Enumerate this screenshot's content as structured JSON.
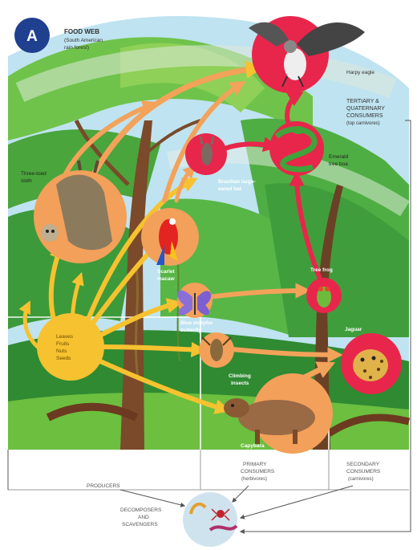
{
  "badge": {
    "letter": "A",
    "color": "#1f3f8f"
  },
  "header": {
    "title": "FOOD WEB",
    "subtitle_1": "(South American",
    "subtitle_2": "rain forest)"
  },
  "tertiary": {
    "line_1": "TERTIARY &",
    "line_2": "QUATERNARY",
    "line_3": "CONSUMERS",
    "line_4": "(top carnivores)"
  },
  "organisms": {
    "harpy_eagle": "Harpy eagle",
    "sloth_1": "Three-toed",
    "sloth_2": "sloth",
    "bat_1": "Brazilian large-",
    "bat_2": "eared bat",
    "boa_1": "Emerald",
    "boa_2": "tree boa",
    "macaw_1": "Scarlet",
    "macaw_2": "macaw",
    "butterfly_1": "Blue morpho",
    "butterfly_2": "butterfly",
    "frog": "Tree frog",
    "jaguar": "Jaguar",
    "producer_1": "Leaves",
    "producer_2": "Fruits",
    "producer_3": "Nuts",
    "producer_4": "Seeds",
    "katydid_1": "Climbing",
    "katydid_2": "insects",
    "agouti": "Capybara"
  },
  "levels": {
    "producers": "PRODUCERS",
    "primary_1": "PRIMARY",
    "primary_2": "CONSUMERS",
    "primary_3": "(herbivores)",
    "secondary_1": "SECONDARY",
    "secondary_2": "CONSUMERS",
    "secondary_3": "(carnivores)",
    "decomposers_1": "DECOMPOSERS",
    "decomposers_2": "AND",
    "decomposers_3": "SCAVENGERS"
  },
  "colors": {
    "producer": "#f6c22f",
    "herbivore": "#f3a05a",
    "carnivore": "#e8264b",
    "arrow": "#f3a25a",
    "decomposer": "#cfe3ee"
  },
  "icons": [
    "harpy-eagle-icon",
    "sloth-icon",
    "bat-icon",
    "boa-icon",
    "macaw-icon",
    "butterfly-icon",
    "frog-icon",
    "jaguar-icon",
    "katydid-icon",
    "capybara-icon",
    "decomposer-icon"
  ]
}
